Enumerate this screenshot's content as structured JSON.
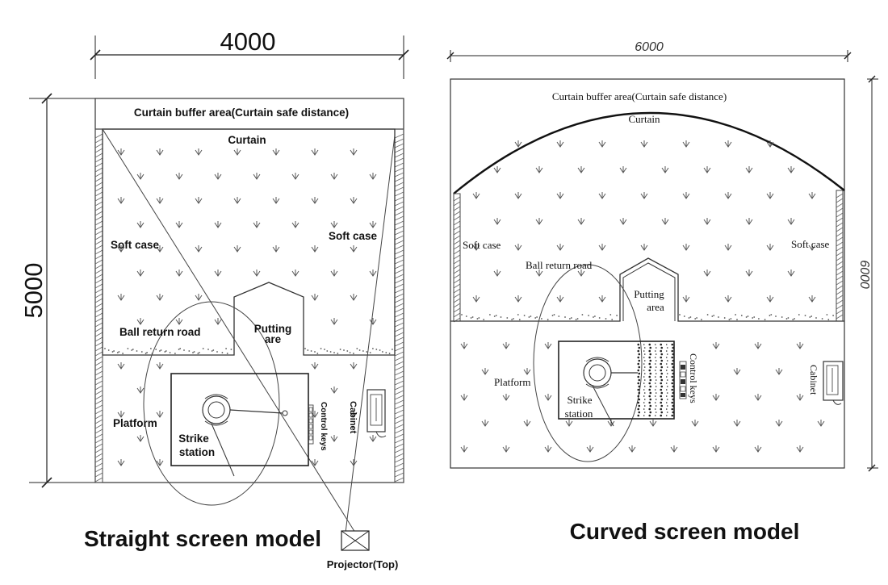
{
  "straight": {
    "dim_width": "4000",
    "dim_height": "5000",
    "curtain_buffer": "Curtain buffer area(Curtain safe distance)",
    "curtain": "Curtain",
    "soft_case_left": "Soft case",
    "soft_case_right": "Soft case",
    "ball_return": "Ball return road",
    "putting_line1": "Putting",
    "putting_line2": "are",
    "platform": "Platform",
    "strike_line1": "Strike",
    "strike_line2": "station",
    "control_keys": "Control keys",
    "cabinet": "Cabinet",
    "projector": "Projector(Top)",
    "model_title": "Straight screen model"
  },
  "curved": {
    "dim_width": "6000",
    "dim_height": "6000",
    "curtain_buffer": "Curtain buffer area(Curtain safe distance)",
    "curtain": "Curtain",
    "soft_case_left": "Soft case",
    "soft_case_right": "Soft case",
    "ball_return": "Ball return road",
    "putting_line1": "Putting",
    "putting_line2": "area",
    "platform": "Platform",
    "strike_line1": "Strike",
    "strike_line2": "station",
    "control_keys": "Control keys",
    "cabinet": "Cabinet",
    "model_title": "Curved screen model"
  }
}
